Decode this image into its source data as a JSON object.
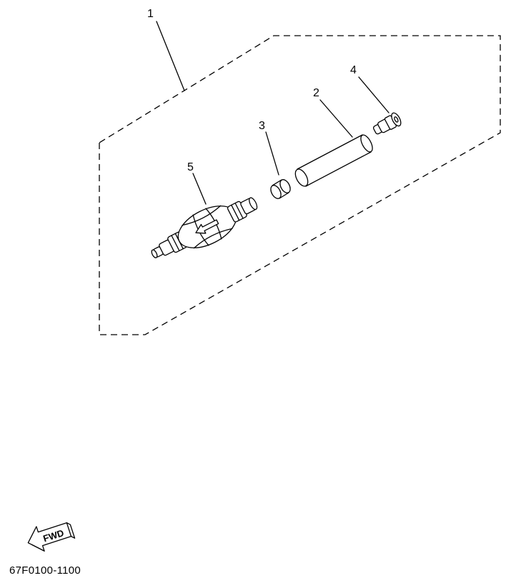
{
  "diagram": {
    "callouts": [
      {
        "id": "1",
        "label": "1"
      },
      {
        "id": "2",
        "label": "2"
      },
      {
        "id": "3",
        "label": "3"
      },
      {
        "id": "4",
        "label": "4"
      },
      {
        "id": "5",
        "label": "5"
      }
    ],
    "fwd_label": "FWD",
    "part_code": "67F0100-1100"
  }
}
